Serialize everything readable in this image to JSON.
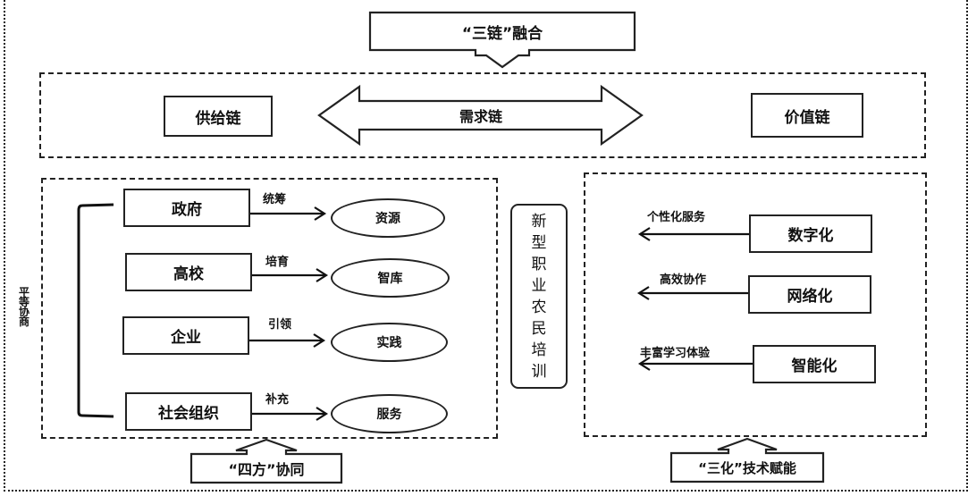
{
  "top": {
    "fusion_label": "“三链”融合"
  },
  "chains": {
    "supply": "供给链",
    "demand": "需求链",
    "value": "价值链"
  },
  "left_panel": {
    "side_label_chars": [
      "平",
      "等",
      "协",
      "商"
    ],
    "rows": [
      {
        "actor": "政府",
        "action": "统筹",
        "result": "资源"
      },
      {
        "actor": "高校",
        "action": "培育",
        "result": "智库"
      },
      {
        "actor": "企业",
        "action": "引领",
        "result": "实践"
      },
      {
        "actor": "社会组织",
        "action": "补充",
        "result": "服务"
      }
    ],
    "bottom_label": "“四方”协同"
  },
  "center": {
    "chars": [
      "新",
      "型",
      "职",
      "业",
      "农",
      "民",
      "培",
      "训"
    ]
  },
  "right_panel": {
    "rows": [
      {
        "tech": "数字化",
        "effect": "个性化服务"
      },
      {
        "tech": "网络化",
        "effect": "高效协作"
      },
      {
        "tech": "智能化",
        "effect": "丰富学习体验"
      }
    ],
    "bottom_label": "“三化”技术赋能"
  }
}
